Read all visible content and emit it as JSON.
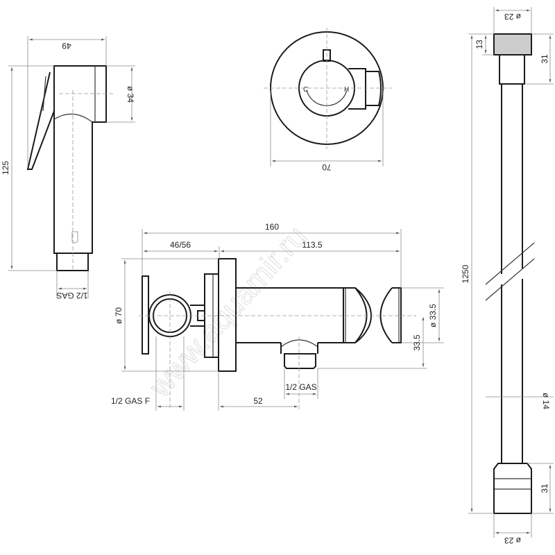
{
  "handshower": {
    "width": "49",
    "height": "125",
    "head_diameter": "ø 34",
    "thread": "1/2 GAS"
  },
  "front_view": {
    "diameter": "70",
    "cold_mark": "C",
    "hot_mark": "H"
  },
  "valve": {
    "total_length": "160",
    "wall_depth": "46/56",
    "body_length": "113.5",
    "flange_diameter": "ø 70",
    "handle_diameter": "ø 33.5",
    "outlet_height": "33.5",
    "outlet_thread": "1/2 GAS",
    "outlet_offset": "52",
    "inlet_thread": "1/2 GAS F"
  },
  "hose": {
    "end_diameter_top": "ø 23",
    "cap_height": "13",
    "end_length_top": "31",
    "length": "1250",
    "hose_diameter": "ø 14",
    "end_length_bottom": "31",
    "end_diameter_bottom": "ø 23"
  },
  "watermark": "www.aquamir.ru"
}
